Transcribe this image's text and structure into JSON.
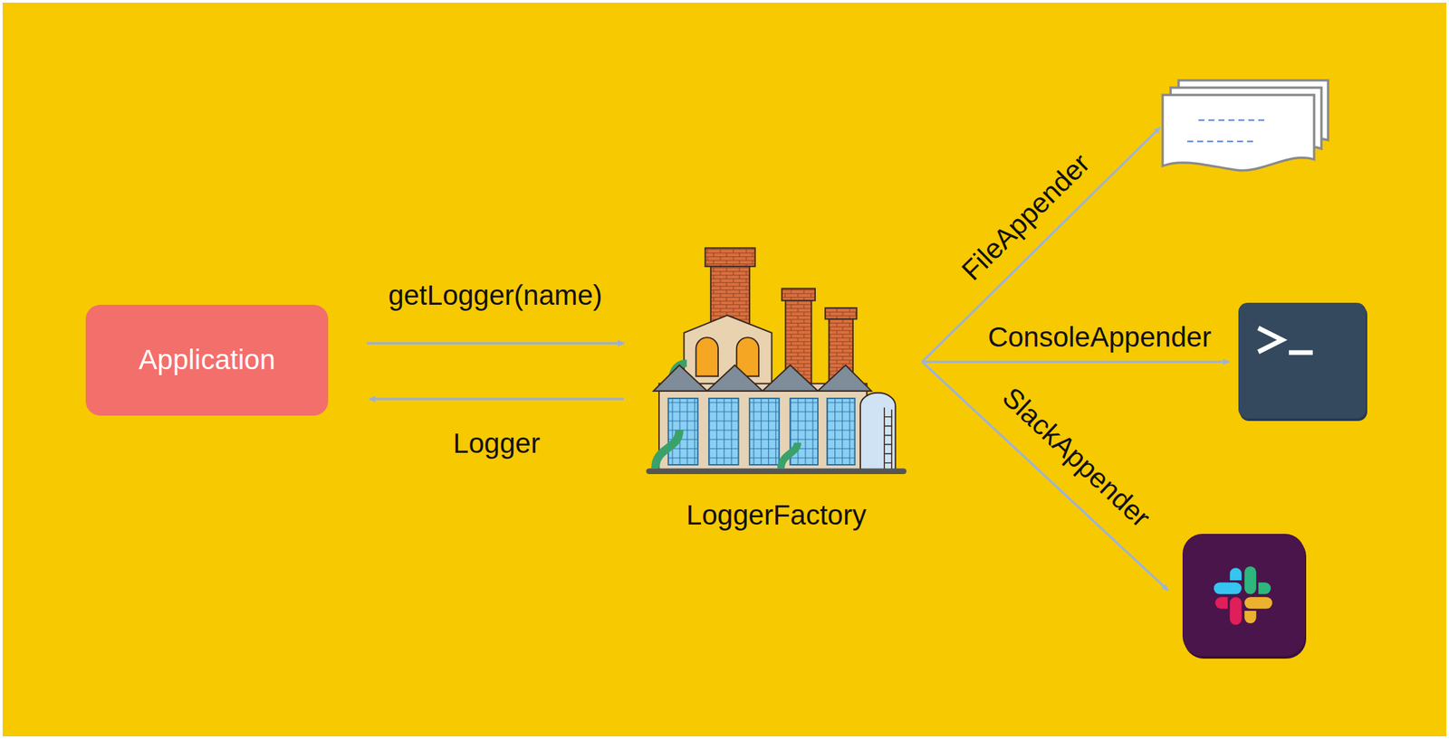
{
  "diagram": {
    "nodes": [
      {
        "text": [
          "Application"
        ]
      },
      {
        "text": [
          "LoggerFactory"
        ]
      }
    ],
    "edges": [
      {
        "from": 0,
        "to": 1,
        "arrow": "to",
        "label": "getLogger(name)"
      },
      {
        "from": 1,
        "to": 0,
        "arrow": "to",
        "label": "Logger"
      }
    ],
    "labels": [
      "FileAppender",
      "ConsoleAppender",
      "SlackAppender"
    ]
  }
}
